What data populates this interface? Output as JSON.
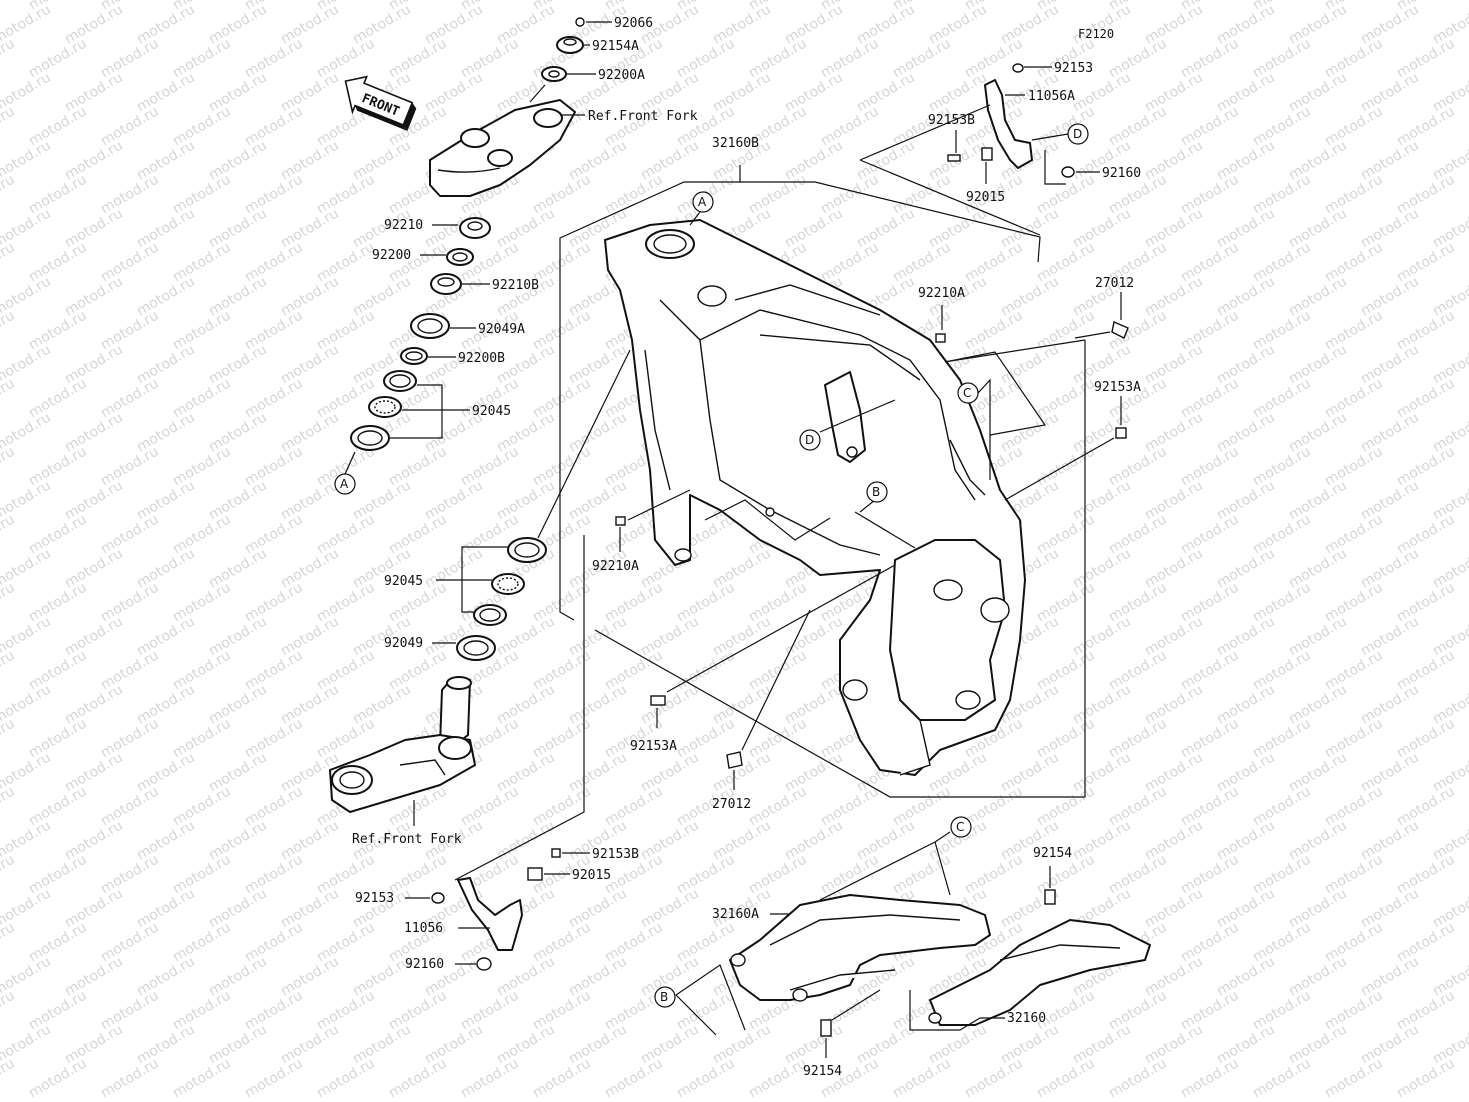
{
  "figure_code": "F2120",
  "front_arrow_label": "FRONT",
  "watermark_text": "motod.ru",
  "references": {
    "top": "Ref.Front Fork",
    "bottom": "Ref.Front Fork"
  },
  "callouts": {
    "A_top": "A",
    "A_left": "A",
    "B_frame": "B",
    "B_sub": "B",
    "C_frame": "C",
    "C_sub": "C",
    "D_frame": "D",
    "D_bracket": "D"
  },
  "parts": {
    "p92066": "92066",
    "p92154A": "92154A",
    "p92200A": "92200A",
    "p92210": "92210",
    "p92200": "92200",
    "p92210B": "92210B",
    "p92049A": "92049A",
    "p92200B": "92200B",
    "p92045_top": "92045",
    "p92045_mid": "92045",
    "p92049": "92049",
    "p32160B": "32160B",
    "p92153_tr": "92153",
    "p11056A": "11056A",
    "p92153B_tr": "92153B",
    "p92015_tr": "92015",
    "p92160_tr": "92160",
    "p27012_right": "27012",
    "p92210A_right": "92210A",
    "p92153A_right": "92153A",
    "p92210A_mid": "92210A",
    "p92153A_mid": "92153A",
    "p27012_mid": "27012",
    "p92153B_bl": "92153B",
    "p92015_bl": "92015",
    "p92153_bl": "92153",
    "p11056": "11056",
    "p92160_bl": "92160",
    "p92154_top": "92154",
    "p32160A": "32160A",
    "p32160": "32160",
    "p92154_bottom": "92154"
  },
  "colors": {
    "line": "#111111",
    "watermark": "#d6d6d6",
    "background": "#ffffff"
  }
}
